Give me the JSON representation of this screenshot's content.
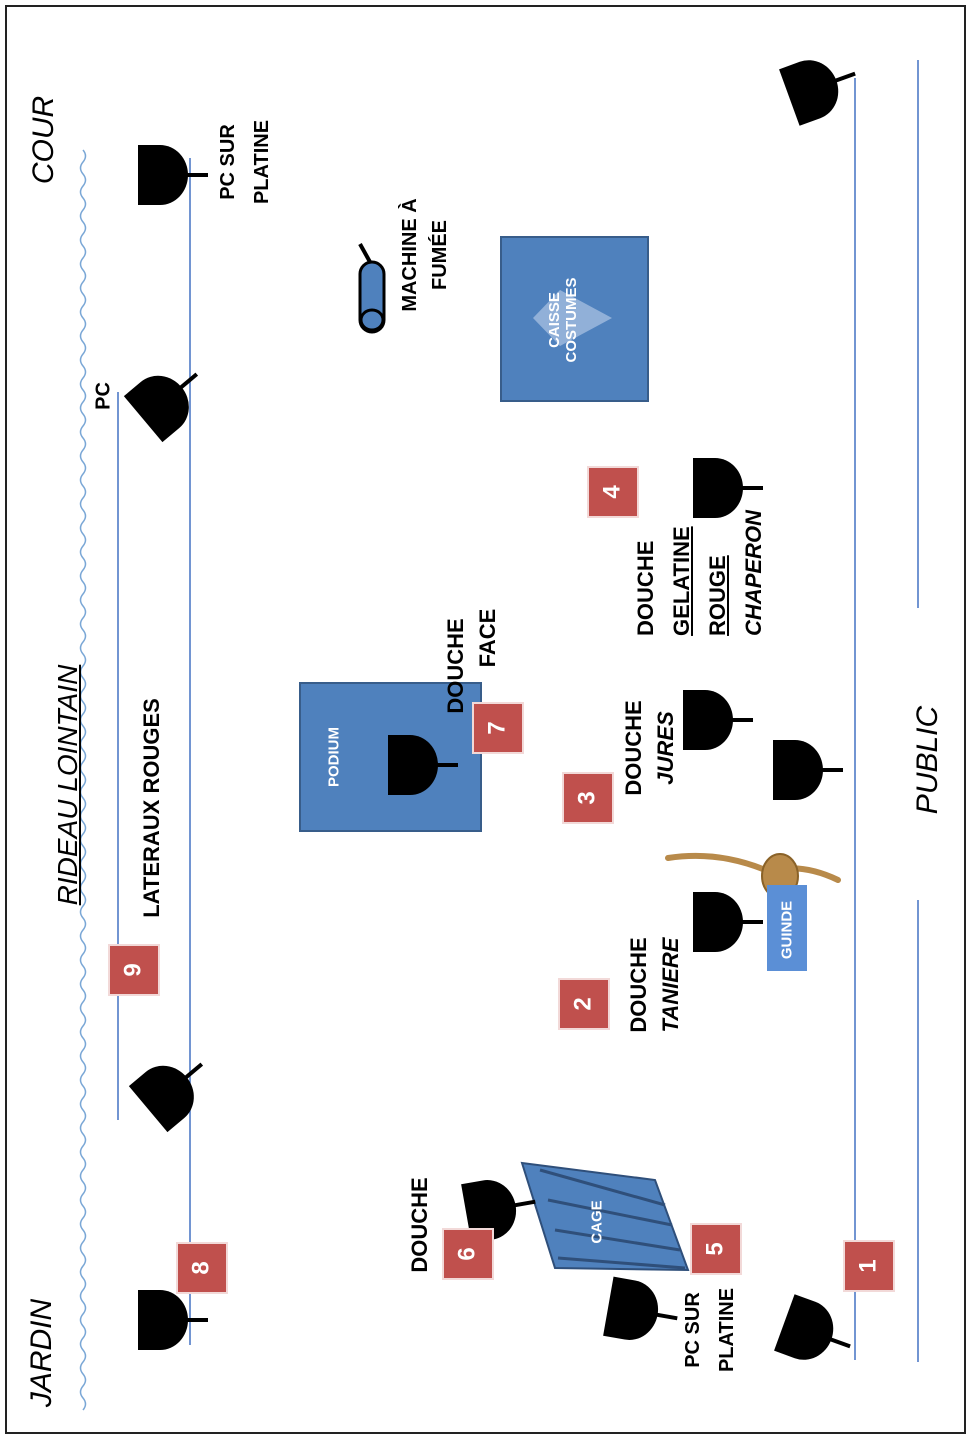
{
  "sides": {
    "jardin": "JARDIN",
    "cour": "COUR",
    "public": "PUBLIC"
  },
  "curtain": "RIDEAU LOINTAIN",
  "rails": {
    "lateraux": "LATERAUX ROUGES"
  },
  "labels": {
    "pc": "PC",
    "pc_platine_cour": [
      "PC SUR",
      "PLATINE"
    ],
    "pc_platine_jardin": [
      "PC SUR",
      "PLATINE"
    ],
    "machine_fumee": [
      "MACHINE À",
      "FUMÉE"
    ],
    "douche_6": "DOUCHE",
    "douche_taniere": [
      "DOUCHE",
      "TANIERE"
    ],
    "douche_jures": [
      "DOUCHE",
      "JURES"
    ],
    "douche_face": [
      "DOUCHE",
      "FACE"
    ],
    "douche_chaperon": [
      "DOUCHE",
      "GELATINE",
      "ROUGE",
      "CHAPERON"
    ]
  },
  "props": {
    "podium": "PODIUM",
    "caisse": [
      "CAISSE",
      "COSTUMES"
    ],
    "cage": "CAGE",
    "guinde": "GUINDE"
  },
  "badges": [
    "1",
    "2",
    "3",
    "4",
    "5",
    "6",
    "7",
    "8",
    "9"
  ],
  "colors": {
    "badge": "#c0504d",
    "prop": "#4f81bd",
    "line": "#4472c4",
    "light": "#000000"
  }
}
